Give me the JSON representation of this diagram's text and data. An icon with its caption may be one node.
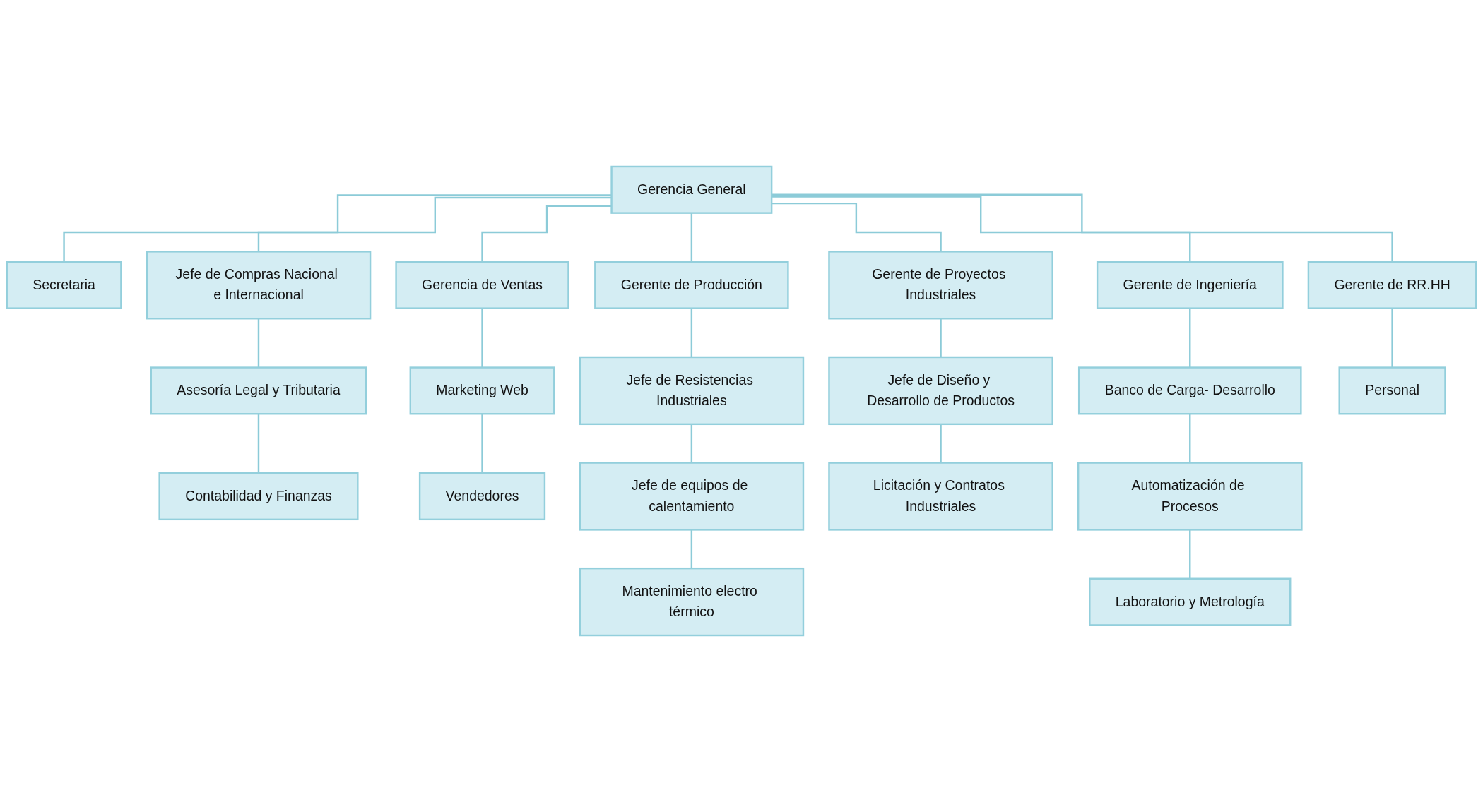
{
  "diagram": {
    "nodes": [
      {
        "text": [
          "Gerencia General"
        ]
      },
      {
        "text": [
          "Secretaria"
        ]
      },
      {
        "text": [
          "Jefe de Compras Nacional e Internacional"
        ]
      },
      {
        "text": [
          "Asesoría Legal y Tributaria"
        ]
      },
      {
        "text": [
          "Contabilidad y Finanzas"
        ]
      },
      {
        "text": [
          "Gerencia de Ventas"
        ]
      },
      {
        "text": [
          "Marketing Web"
        ]
      },
      {
        "text": [
          "Vendedores"
        ]
      },
      {
        "text": [
          "Gerente de Producción"
        ]
      },
      {
        "text": [
          "Jefe de Resistencias Industriales"
        ]
      },
      {
        "text": [
          "Jefe de equipos de calentamiento"
        ]
      },
      {
        "text": [
          "Mantenimiento electro térmico"
        ]
      },
      {
        "text": [
          "Gerente de Proyectos Industriales"
        ]
      },
      {
        "text": [
          "Jefe de Diseño y Desarrollo de Productos"
        ]
      },
      {
        "text": [
          "Licitación y Contratos Industriales"
        ]
      },
      {
        "text": [
          "Gerente de Ingeniería"
        ]
      },
      {
        "text": [
          "Banco de Carga- Desarrollo"
        ]
      },
      {
        "text": [
          "Automatización de Procesos"
        ]
      },
      {
        "text": [
          "Laboratorio y Metrología"
        ]
      },
      {
        "text": [
          "Gerente de RR.HH"
        ]
      },
      {
        "text": [
          "Personal"
        ]
      }
    ],
    "edges": [
      {
        "from": 0,
        "to": 1,
        "arrow": "none"
      },
      {
        "from": 0,
        "to": 2,
        "arrow": "none"
      },
      {
        "from": 2,
        "to": 3,
        "arrow": "none"
      },
      {
        "from": 3,
        "to": 4,
        "arrow": "none"
      },
      {
        "from": 0,
        "to": 5,
        "arrow": "none"
      },
      {
        "from": 0,
        "to": 8,
        "arrow": "none"
      },
      {
        "from": 0,
        "to": 12,
        "arrow": "none"
      },
      {
        "from": 0,
        "to": 15,
        "arrow": "none"
      },
      {
        "from": 0,
        "to": 19,
        "arrow": "none"
      },
      {
        "from": 5,
        "to": 6,
        "arrow": "none"
      },
      {
        "from": 6,
        "to": 7,
        "arrow": "none"
      },
      {
        "from": 8,
        "to": 9,
        "arrow": "none"
      },
      {
        "from": 9,
        "to": 10,
        "arrow": "none"
      },
      {
        "from": 10,
        "to": 11,
        "arrow": "none"
      },
      {
        "from": 12,
        "to": 13,
        "arrow": "none"
      },
      {
        "from": 13,
        "to": 14,
        "arrow": "none"
      },
      {
        "from": 15,
        "to": 16,
        "arrow": "none"
      },
      {
        "from": 16,
        "to": 17,
        "arrow": "none"
      },
      {
        "from": 17,
        "to": 18,
        "arrow": "none"
      },
      {
        "from": 19,
        "to": 20,
        "arrow": "none"
      }
    ]
  }
}
